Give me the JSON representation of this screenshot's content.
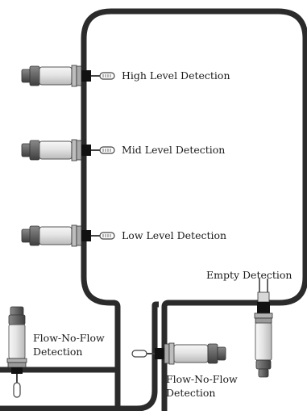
{
  "labels": {
    "high_level": "High Level Detection",
    "mid_level": "Mid Level Detection",
    "low_level": "Low Level Detection",
    "empty": "Empty Detection",
    "flow_left_line1": "Flow-No-Flow",
    "flow_left_line2": "Detection",
    "flow_right_line1": "Flow-No-Flow",
    "flow_right_line2": "Detection"
  },
  "colors": {
    "tank_wall": "#2b2b2b",
    "sensor_body": "#e6e6e6",
    "sensor_outline": "#555555",
    "connector": "#707070",
    "mount": "#111111",
    "background": "#ffffff"
  },
  "icons": [
    "level-sensor-icon",
    "flow-sensor-icon",
    "tank-icon",
    "pipe-icon"
  ]
}
